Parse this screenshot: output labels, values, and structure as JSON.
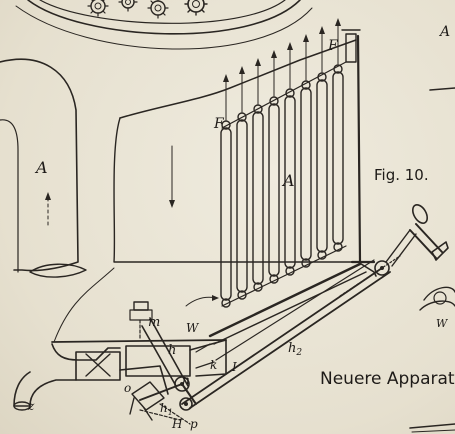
{
  "figure": {
    "fig_label": "Fig. 10.",
    "caption": "Neuere Apparate"
  },
  "letters": {
    "A_left": "A",
    "A_center": "A",
    "A_topright": "A",
    "F_top": "F",
    "F_left": "F",
    "W_center": "W",
    "W_right": "W",
    "m": "m",
    "h": "h",
    "h2": "h",
    "h2_sub": "2",
    "k": "k",
    "I": "I",
    "n": "n",
    "o": "o",
    "H": "H",
    "h1": "h",
    "h1_sub": "1",
    "p": "p",
    "z": "z"
  },
  "icons": [
    "gear-icon",
    "arrow-up-icon",
    "arrow-down-icon",
    "crank-handle-icon",
    "tube-rack-icon"
  ]
}
